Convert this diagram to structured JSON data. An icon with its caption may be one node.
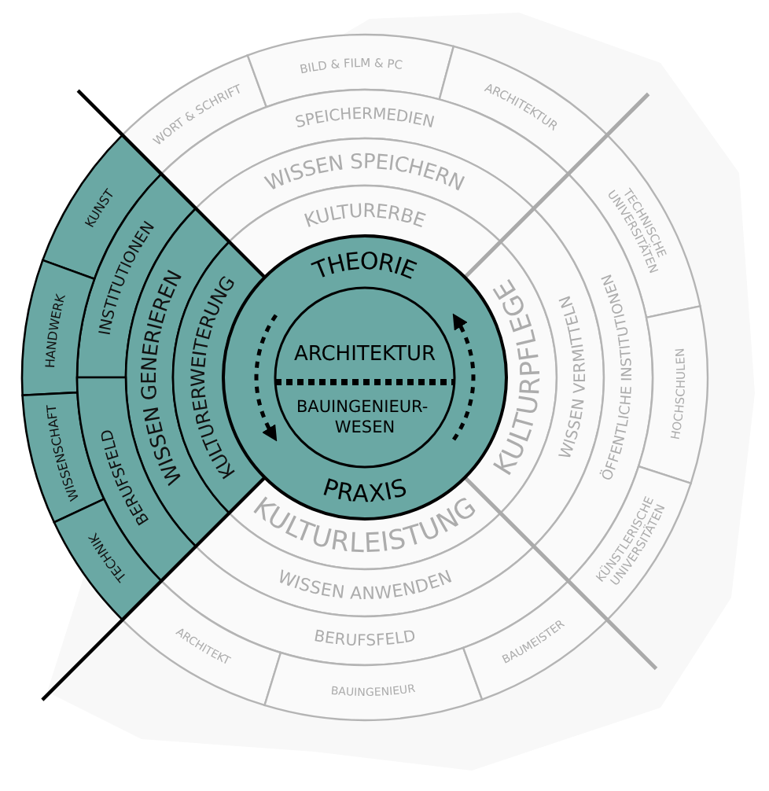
{
  "diagram": {
    "nodes": [
      {
        "text": [
          "THEORIE",
          "PRAXIS"
        ]
      },
      {
        "text": [
          "ARCHITEKTUR",
          "BAUINGENIEUR- WESEN"
        ],
        "in": 0
      },
      {
        "text": [
          "WORT & SCHRIFT"
        ]
      },
      {
        "text": [
          "BILD & FILM & PC"
        ]
      },
      {
        "text": [
          "ARCHITEKTUR"
        ]
      },
      {
        "text": [
          "SPEICHERMEDIEN"
        ]
      },
      {
        "text": [
          "WISSEN SPEICHERN"
        ]
      },
      {
        "text": [
          "KULTURERBE"
        ]
      },
      {
        "text": [
          "KUNST"
        ]
      },
      {
        "text": [
          "INSTITUTIONEN"
        ]
      },
      {
        "text": [
          "WISSEN GENERIEREN"
        ]
      },
      {
        "text": [
          "KULTURERWEITERUNG"
        ]
      },
      {
        "text": [
          "HANDWERK"
        ]
      },
      {
        "text": [
          "WISSENSCHAFT"
        ]
      },
      {
        "text": [
          "BERUFSFELD"
        ]
      },
      {
        "text": [
          "TECHNIK"
        ]
      },
      {
        "text": [
          "TECHNISCHE UNIVERSITÄTEN"
        ]
      },
      {
        "text": [
          "KULTURPFLEGE"
        ]
      },
      {
        "text": [
          "WISSEN VERMITTELN"
        ]
      },
      {
        "text": [
          "ÖFFENTLICHE INSTITUTIONEN"
        ]
      },
      {
        "text": [
          "HOCHSCHULEN"
        ]
      },
      {
        "text": [
          "KÜNSTLERISCHE UNIVERSITÄTEN"
        ]
      },
      {
        "text": [
          "KULTURLEISTUNG"
        ]
      },
      {
        "text": [
          "WISSEN ANWENDEN"
        ]
      },
      {
        "text": [
          "BERUFSFELD"
        ]
      },
      {
        "text": [
          "ARCHITEKT"
        ]
      },
      {
        "text": [
          "BAUINGENIEUR"
        ]
      },
      {
        "text": [
          "BAUMEISTER"
        ]
      }
    ]
  }
}
